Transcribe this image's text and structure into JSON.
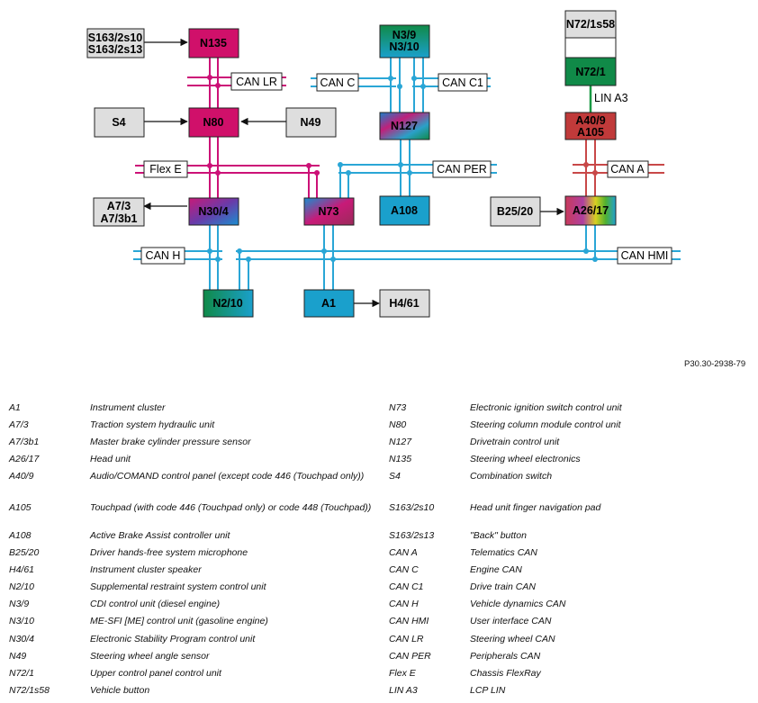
{
  "diagram": {
    "figure_reference": "P30.30-2938-79",
    "nodes": {
      "N135": "N135",
      "S163": [
        "S163/2s10",
        "S163/2s13"
      ],
      "S4": "S4",
      "N80": "N80",
      "N49": "N49",
      "N39_310": [
        "N3/9",
        "N3/10"
      ],
      "N127": "N127",
      "N72_1s58": "N72/1s58",
      "N72_1": "N72/1",
      "A40_9_A105": [
        "A40/9",
        "A105"
      ],
      "A7": [
        "A7/3",
        "A7/3b1"
      ],
      "N30_4": "N30/4",
      "N73": "N73",
      "A108": "A108",
      "B25_20": "B25/20",
      "A26_17": "A26/17",
      "N2_10": "N2/10",
      "A1": "A1",
      "H4_61": "H4/61"
    },
    "buses": {
      "can_lr": "CAN LR",
      "can_c": "CAN C",
      "can_c1": "CAN C1",
      "lin_a3": "LIN A3",
      "flex_e": "Flex E",
      "can_per": "CAN PER",
      "can_a": "CAN A",
      "can_h": "CAN H",
      "can_hmi": "CAN HMI"
    },
    "colors": {
      "magenta": "#d0106a",
      "green": "#108a48",
      "blue": "#1aa0cc",
      "red": "#c03a3a",
      "gray": "#dedede",
      "flex_line": "#cc1177",
      "can_line": "#2aa6d6",
      "lin_line": "#1a9a44",
      "cana_line": "#c84848"
    }
  },
  "legend": {
    "left": [
      {
        "code": "A1",
        "desc": "Instrument cluster"
      },
      {
        "code": "A7/3",
        "desc": "Traction system hydraulic unit"
      },
      {
        "code": "A7/3b1",
        "desc": "Master brake cylinder pressure sensor"
      },
      {
        "code": "A26/17",
        "desc": "Head unit"
      },
      {
        "code": "A40/9",
        "desc": "Audio/COMAND control panel (except code 446 (Touchpad only))"
      },
      {
        "code": "A105",
        "desc": "Touchpad (with code 446 (Touchpad only) or code 448 (Touchpad))"
      },
      {
        "code": "A108",
        "desc": "Active Brake Assist controller unit"
      },
      {
        "code": "B25/20",
        "desc": "Driver hands-free system microphone"
      },
      {
        "code": "H4/61",
        "desc": "Instrument cluster speaker"
      },
      {
        "code": "N2/10",
        "desc": "Supplemental restraint system control unit"
      },
      {
        "code": "N3/9",
        "desc": "CDI control unit (diesel engine)"
      },
      {
        "code": "N3/10",
        "desc": "ME-SFI [ME] control unit (gasoline engine)"
      },
      {
        "code": "N30/4",
        "desc": "Electronic Stability Program control unit"
      },
      {
        "code": "N49",
        "desc": "Steering wheel angle sensor"
      },
      {
        "code": "N72/1",
        "desc": "Upper control panel control unit"
      },
      {
        "code": "N72/1s58",
        "desc": "Vehicle button"
      }
    ],
    "right": [
      {
        "code": "N73",
        "desc": "Electronic ignition switch control unit"
      },
      {
        "code": "N80",
        "desc": "Steering column module control unit"
      },
      {
        "code": "N127",
        "desc": "Drivetrain control unit"
      },
      {
        "code": "N135",
        "desc": "Steering wheel electronics"
      },
      {
        "code": "S4",
        "desc": "Combination switch"
      },
      {
        "code": "S163/2s10",
        "desc": "Head unit finger navigation pad"
      },
      {
        "code": "S163/2s13",
        "desc": "\"Back\" button"
      },
      {
        "code": "CAN A",
        "desc": "Telematics CAN"
      },
      {
        "code": "CAN C",
        "desc": "Engine CAN"
      },
      {
        "code": "CAN C1",
        "desc": "Drive train CAN"
      },
      {
        "code": "CAN H",
        "desc": "Vehicle dynamics CAN"
      },
      {
        "code": "CAN HMI",
        "desc": "User interface CAN"
      },
      {
        "code": "CAN LR",
        "desc": "Steering wheel CAN"
      },
      {
        "code": "CAN PER",
        "desc": "Peripherals CAN"
      },
      {
        "code": "Flex E",
        "desc": "Chassis FlexRay"
      },
      {
        "code": "LIN A3",
        "desc": "LCP LIN"
      }
    ]
  }
}
